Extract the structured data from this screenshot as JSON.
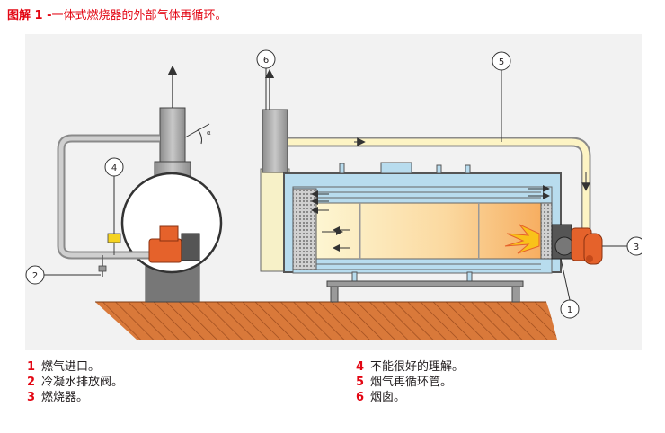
{
  "caption": {
    "label": "图解 1 -",
    "text": "一体式燃烧器的外部气体再循环。"
  },
  "colors": {
    "accent": "#e30613",
    "ground": "#d9793a",
    "burner": "#e5622b",
    "water": "#b8dcee",
    "flue_gas": "#fdf4c4",
    "pipe": "#b3b3b3"
  },
  "callouts": {
    "c1": "1",
    "c2": "2",
    "c3": "3",
    "c4": "4",
    "c5": "5",
    "c6": "6"
  },
  "legend": {
    "left": [
      {
        "num": "1",
        "text": "燃气进口。"
      },
      {
        "num": "2",
        "text": "冷凝水排放阀。"
      },
      {
        "num": "3",
        "text": "燃烧器。"
      }
    ],
    "right": [
      {
        "num": "4",
        "text": "不能很好的理解。"
      },
      {
        "num": "5",
        "text": "烟气再循环管。"
      },
      {
        "num": "6",
        "text": "烟囱。"
      }
    ]
  }
}
